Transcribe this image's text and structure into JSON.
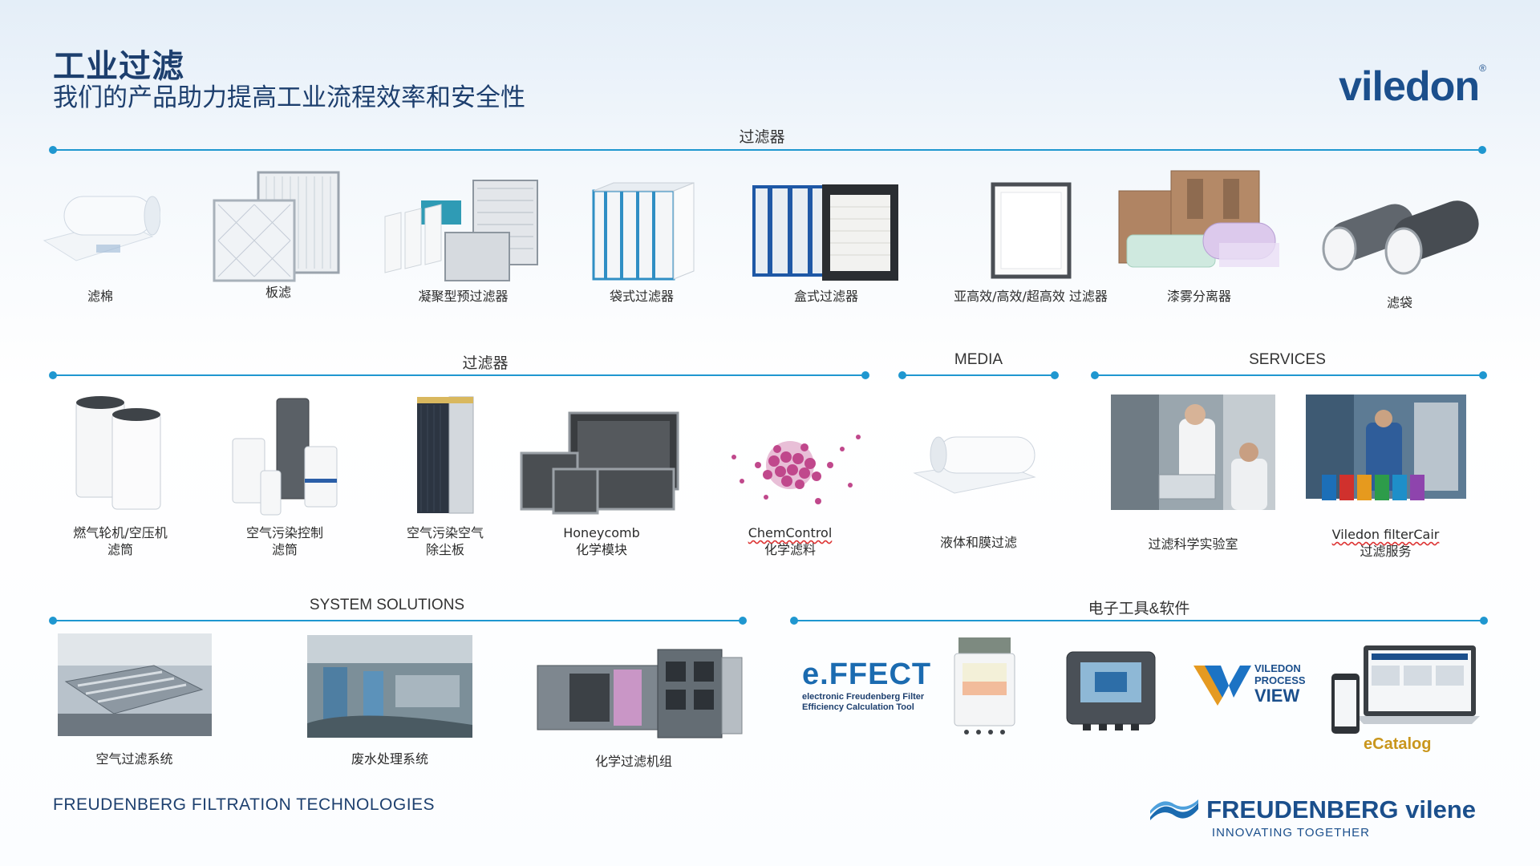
{
  "header": {
    "title": "工业过滤",
    "subtitle": "我们的产品助力提高工业流程效率和安全性",
    "brand": "viledon",
    "brand_mark": "®"
  },
  "sections": {
    "filters_top": "过滤器",
    "filters_mid": "过滤器",
    "media": "MEDIA",
    "services": "SERVICES",
    "system": "SYSTEM SOLUTIONS",
    "tools": "电子工具&软件"
  },
  "row1": [
    {
      "label": "滤棉",
      "icon": "filter-roll-icon"
    },
    {
      "label": "板滤",
      "icon": "panel-filter-icon"
    },
    {
      "label": "凝聚型预过滤器",
      "icon": "coalescer-prefilter-icon"
    },
    {
      "label": "袋式过滤器",
      "icon": "bag-filter-icon"
    },
    {
      "label": "盒式过滤器",
      "icon": "compact-filter-icon"
    },
    {
      "label": "亚高效/高效/超高效 过滤器",
      "icon": "hepa-filter-icon"
    },
    {
      "label": "漆雾分离器",
      "icon": "paint-separator-icon"
    },
    {
      "label": "滤袋",
      "icon": "filter-sleeve-icon"
    }
  ],
  "row2": [
    {
      "l1": "燃气轮机/空压机",
      "l2": "滤筒",
      "icon": "gas-turbine-cartridge-icon"
    },
    {
      "l1": "空气污染控制",
      "l2": "滤筒",
      "icon": "apc-cartridge-icon"
    },
    {
      "l1": "空气污染空气",
      "l2": "除尘板",
      "icon": "dust-panel-icon"
    },
    {
      "l1": "Honeycomb",
      "l2": "化学模块",
      "icon": "honeycomb-module-icon"
    },
    {
      "l1": "ChemControl",
      "l2": "化学滤料",
      "icon": "chem-media-icon"
    }
  ],
  "media_item": {
    "label": "液体和膜过滤",
    "icon": "liquid-media-roll-icon"
  },
  "services_items": [
    {
      "l1": "过滤科学实验室",
      "l2": "",
      "icon": "lab-photo-icon"
    },
    {
      "l1": "Viledon filterCair",
      "l2": "过滤服务",
      "icon": "filtercair-photo-icon"
    }
  ],
  "system_items": [
    {
      "label": "空气过滤系统",
      "icon": "air-system-photo-icon"
    },
    {
      "label": "废水处理系统",
      "icon": "wastewater-photo-icon"
    },
    {
      "label": "化学过滤机组",
      "icon": "chemical-unit-icon"
    }
  ],
  "tools": {
    "effect_logo": "e.FFECT",
    "effect_l1": "electronic Freudenberg Filter",
    "effect_l2": "Efficiency Calculation Tool",
    "vpv_l1": "VILEDON",
    "vpv_l2": "PROCESS",
    "vpv_l3": "VIEW",
    "ecatalog": "eCatalog"
  },
  "footer": {
    "left": "FREUDENBERG FILTRATION TECHNOLOGIES",
    "company": "FREUDENBERG vilene",
    "tagline": "INNOVATING TOGETHER"
  },
  "colors": {
    "accent": "#1f97d0",
    "brand": "#1b4f8c",
    "title": "#1d3f6e"
  }
}
